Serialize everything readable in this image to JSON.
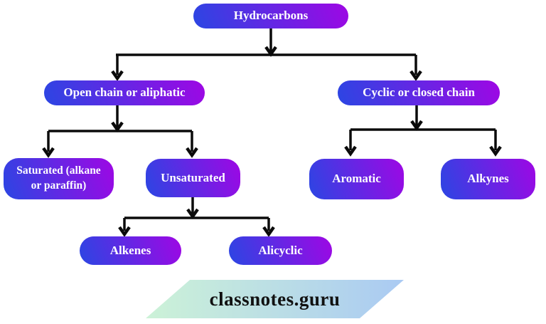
{
  "diagram": {
    "title_hint": "Classification of hydrocarbons flowchart",
    "nodes": {
      "hydrocarbons": {
        "label": "Hydrocarbons"
      },
      "open_chain": {
        "label": "Open chain or aliphatic"
      },
      "cyclic": {
        "label": "Cyclic or closed chain"
      },
      "saturated": {
        "label": "Saturated (alkane or paraffin)"
      },
      "unsaturated": {
        "label": "Unsaturated"
      },
      "aromatic": {
        "label": "Aromatic"
      },
      "alkynes": {
        "label": "Alkynes"
      },
      "alkenes": {
        "label": "Alkenes"
      },
      "alicyclic": {
        "label": "Alicyclic"
      }
    },
    "edges": [
      {
        "from": "hydrocarbons",
        "to": [
          "open_chain",
          "cyclic"
        ]
      },
      {
        "from": "open_chain",
        "to": [
          "saturated",
          "unsaturated"
        ]
      },
      {
        "from": "cyclic",
        "to": [
          "aromatic",
          "alkynes"
        ]
      },
      {
        "from": "unsaturated",
        "to": [
          "alkenes",
          "alicyclic"
        ]
      }
    ],
    "colors": {
      "node_gradient_start": "#2b46e3",
      "node_gradient_end": "#9e07e4",
      "node_text": "#ffffff",
      "connector": "#0b0b0b",
      "watermark_gradient_start": "#ccf2d7",
      "watermark_gradient_end": "#aacaf3",
      "watermark_text": "#111111"
    }
  },
  "watermark": {
    "label": "classnotes.guru"
  }
}
